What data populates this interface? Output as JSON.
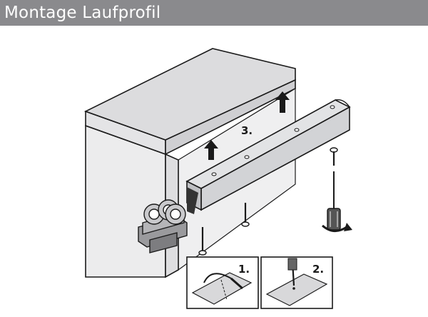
{
  "title": "Montage Laufprofil",
  "steps": [
    {
      "label": "1."
    },
    {
      "label": "2."
    },
    {
      "label": "3."
    }
  ],
  "colors": {
    "title_bar": "#8a8a8d",
    "cabinet_front": "#ececed",
    "cabinet_top": "#dcdcde",
    "profile": "#d7d8da",
    "line": "#1a1a1a"
  }
}
